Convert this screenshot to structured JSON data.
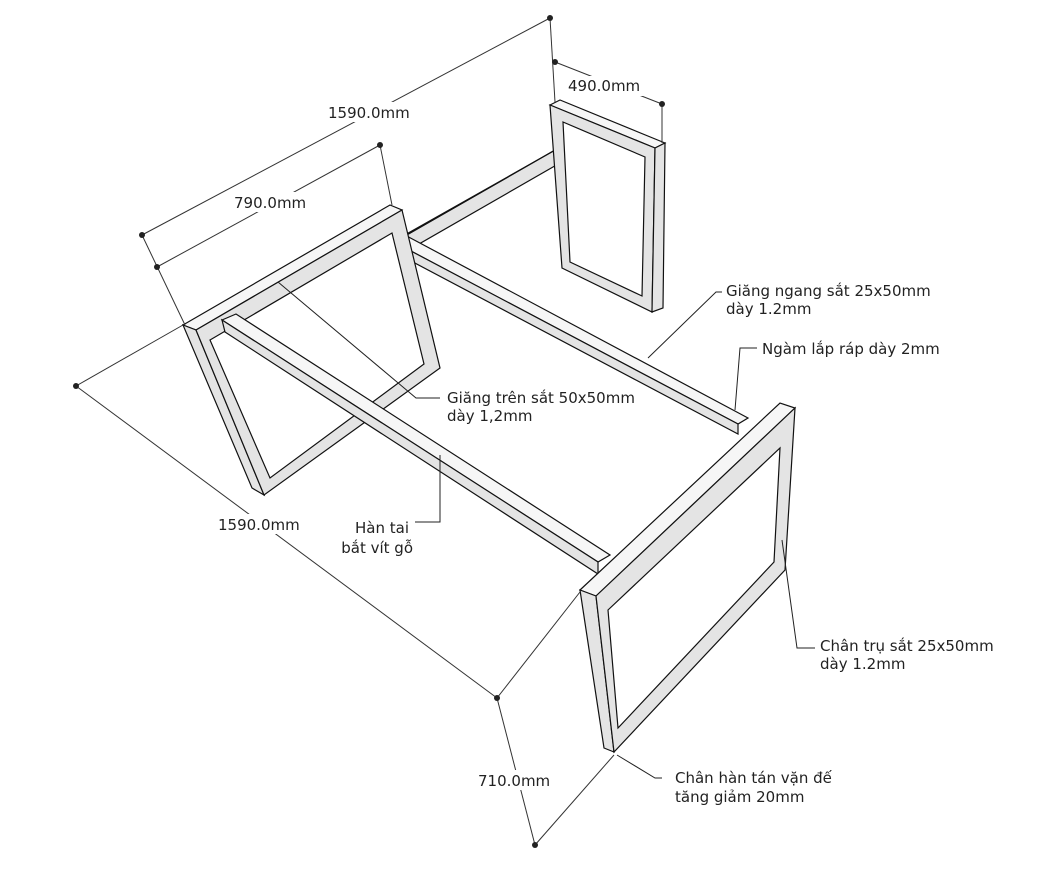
{
  "dimensions": {
    "length_top": "1590.0mm",
    "width_frame": "790.0mm",
    "width_back": "490.0mm",
    "length_bottom": "1590.0mm",
    "height": "710.0mm"
  },
  "annotations": {
    "horizontal_rail": [
      "Giăng ngang sắt 25x50mm",
      "dày 1.2mm"
    ],
    "joint": [
      "Ngàm lắp ráp dày 2mm"
    ],
    "top_rail": [
      "Giăng trên sắt 50x50mm",
      "dày 1,2mm"
    ],
    "weld_tab": [
      "Hàn tai",
      "bắt vít gỗ"
    ],
    "leg_post": [
      "Chân trụ sắt 25x50mm",
      "dày 1.2mm"
    ],
    "foot": [
      "Chân hàn tán vặn đế",
      "tăng giảm 20mm"
    ]
  }
}
